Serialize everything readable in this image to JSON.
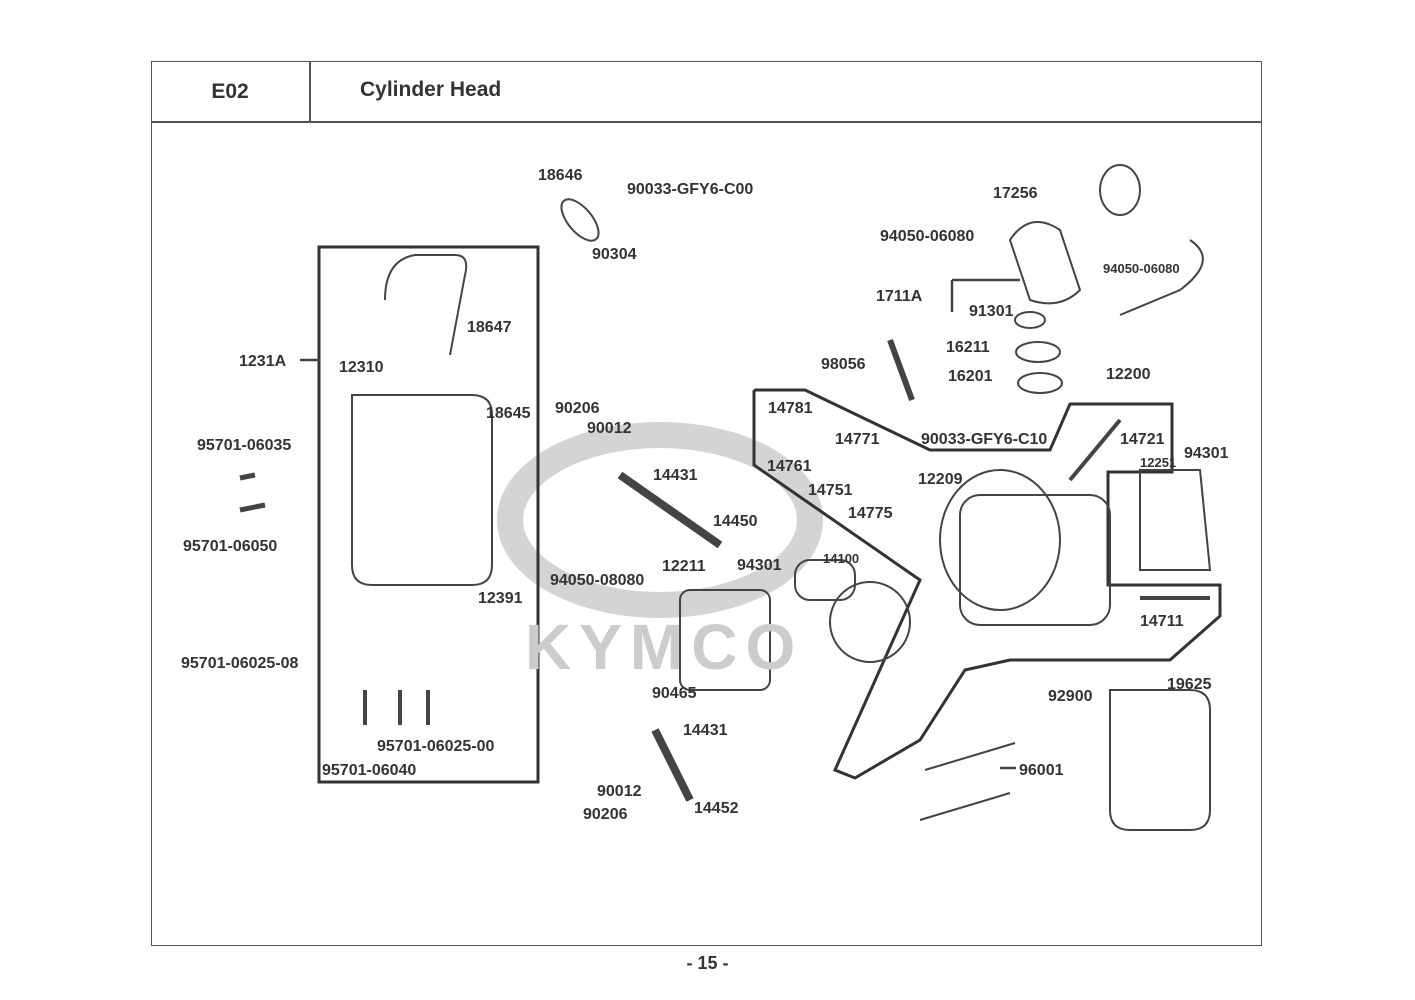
{
  "header": {
    "section_code": "E02",
    "title": "Cylinder Head"
  },
  "watermark": "KYMCO",
  "footer": {
    "page": "- 15 -"
  },
  "parts": {
    "p18646": "18646",
    "p90033c00": "90033-GFY6-C00",
    "p90304": "90304",
    "p18647": "18647",
    "p1231A": "1231A",
    "p12310": "12310",
    "p18645": "18645",
    "p90206a": "90206",
    "p90012a": "90012",
    "p14431a": "14431",
    "p14450": "14450",
    "p95701_06035": "95701-06035",
    "p95701_06050": "95701-06050",
    "p12391": "12391",
    "p95701_06025_08": "95701-06025-08",
    "p95701_06025_00": "95701-06025-00",
    "p95701_06040": "95701-06040",
    "p94050_08080": "94050-08080",
    "p12211": "12211",
    "p94301a": "94301",
    "p14100": "14100",
    "p90465": "90465",
    "p14431b": "14431",
    "p90012b": "90012",
    "p90206b": "90206",
    "p14452": "14452",
    "p17256": "17256",
    "p94050_06080a": "94050-06080",
    "p94050_06080b": "94050-06080",
    "p1711A": "1711A",
    "p91301": "91301",
    "p98056": "98056",
    "p16211": "16211",
    "p16201": "16201",
    "p12200": "12200",
    "p14781": "14781",
    "p14771": "14771",
    "p14761": "14761",
    "p14751": "14751",
    "p12209": "12209",
    "p14775": "14775",
    "p90033c10": "90033-GFY6-C10",
    "p14721": "14721",
    "p12251": "12251",
    "p94301b": "94301",
    "p14711": "14711",
    "p92900": "92900",
    "p19625": "19625",
    "p96001": "96001"
  }
}
